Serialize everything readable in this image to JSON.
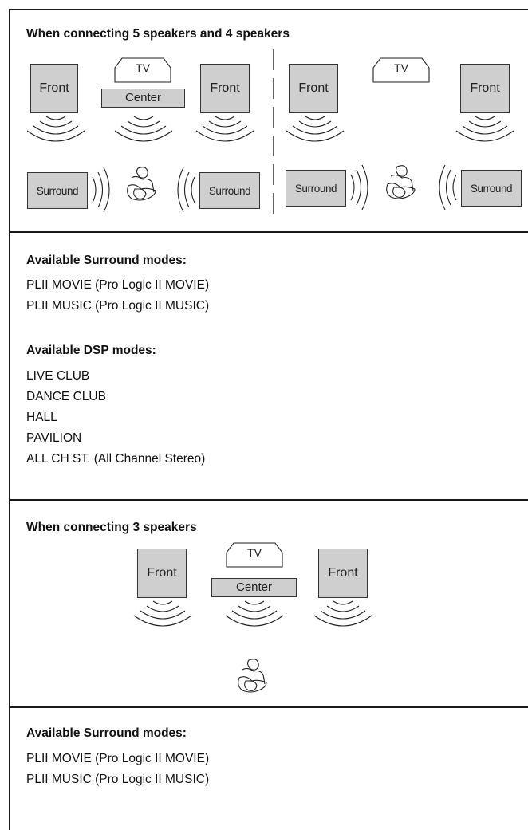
{
  "section1": {
    "heading": "When connecting 5 speakers and 4 speakers",
    "five": {
      "front_left": "Front",
      "tv": "TV",
      "center": "Center",
      "front_right": "Front",
      "surround_left": "Surround",
      "surround_right": "Surround"
    },
    "four": {
      "front_left": "Front",
      "tv": "TV",
      "front_right": "Front",
      "surround_left": "Surround",
      "surround_right": "Surround"
    }
  },
  "modes1": {
    "surround_heading": "Available Surround modes:",
    "surround_items": [
      "PLII MOVIE (Pro Logic II MOVIE)",
      "PLII MUSIC (Pro Logic II MUSIC)"
    ],
    "dsp_heading": "Available DSP modes:",
    "dsp_items": [
      "LIVE CLUB",
      "DANCE CLUB",
      "HALL",
      "PAVILION",
      "ALL CH ST. (All Channel Stereo)"
    ]
  },
  "section2": {
    "heading": "When connecting 3 speakers",
    "front_left": "Front",
    "tv": "TV",
    "center": "Center",
    "front_right": "Front"
  },
  "modes2": {
    "surround_heading": "Available Surround modes:",
    "surround_items": [
      "PLII MOVIE (Pro Logic II MOVIE)",
      "PLII MUSIC (Pro Logic II MUSIC)"
    ]
  },
  "icons": {
    "listener": "listener-icon",
    "sound_waves": "sound-wave-icon",
    "tv": "tv-icon"
  },
  "colors": {
    "speaker_fill": "#cfcfcf",
    "line": "#1a1a1a"
  }
}
